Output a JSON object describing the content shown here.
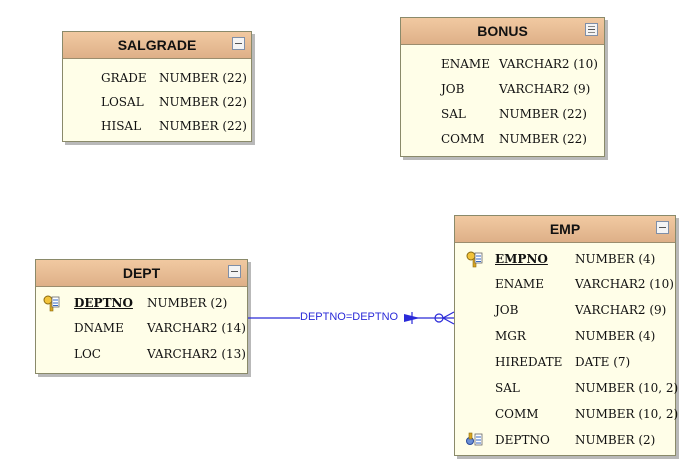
{
  "tables": {
    "salgrade": {
      "name": "SALGRADE",
      "columns": [
        {
          "name": "GRADE",
          "type": "NUMBER (22)"
        },
        {
          "name": "LOSAL",
          "type": "NUMBER (22)"
        },
        {
          "name": "HISAL",
          "type": "NUMBER (22)"
        }
      ]
    },
    "bonus": {
      "name": "BONUS",
      "columns": [
        {
          "name": "ENAME",
          "type": "VARCHAR2 (10)"
        },
        {
          "name": "JOB",
          "type": "VARCHAR2 (9)"
        },
        {
          "name": "SAL",
          "type": "NUMBER (22)"
        },
        {
          "name": "COMM",
          "type": "NUMBER (22)"
        }
      ]
    },
    "dept": {
      "name": "DEPT",
      "columns": [
        {
          "name": "DEPTNO",
          "type": "NUMBER (2)",
          "key": "primary"
        },
        {
          "name": "DNAME",
          "type": "VARCHAR2 (14)"
        },
        {
          "name": "LOC",
          "type": "VARCHAR2 (13)"
        }
      ]
    },
    "emp": {
      "name": "EMP",
      "columns": [
        {
          "name": "EMPNO",
          "type": "NUMBER (4)",
          "key": "primary"
        },
        {
          "name": "ENAME",
          "type": "VARCHAR2 (10)"
        },
        {
          "name": "JOB",
          "type": "VARCHAR2 (9)"
        },
        {
          "name": "MGR",
          "type": "NUMBER (4)"
        },
        {
          "name": "HIREDATE",
          "type": "DATE (7)"
        },
        {
          "name": "SAL",
          "type": "NUMBER (10, 2)"
        },
        {
          "name": "COMM",
          "type": "NUMBER (10, 2)"
        },
        {
          "name": "DEPTNO",
          "type": "NUMBER (2)",
          "key": "foreign"
        }
      ]
    }
  },
  "relationship": {
    "label": "DEPTNO=DEPTNO",
    "from": "DEPT",
    "to": "EMP",
    "color": "#2a2ad8"
  },
  "colors": {
    "header": "#e8bd93",
    "body": "#fffee8",
    "relationship": "#2a2ad8"
  }
}
